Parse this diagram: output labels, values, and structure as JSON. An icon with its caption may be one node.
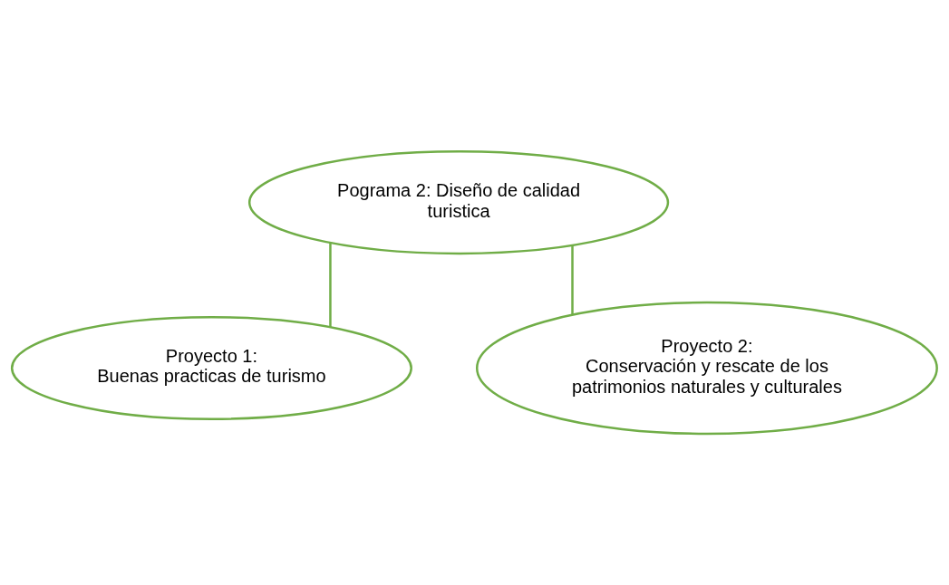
{
  "diagram": {
    "nodes": [
      {
        "text": [
          "Pograma 2: Diseño de calidad turistica"
        ]
      },
      {
        "text": [
          "Proyecto 1:",
          "Buenas practicas de turismo"
        ]
      },
      {
        "text": [
          "Proyecto 2:",
          "Conservación y rescate de los patrimonios naturales y culturales"
        ]
      }
    ],
    "edges": [
      {
        "from": 0,
        "to": 1,
        "arrow": "none"
      },
      {
        "from": 0,
        "to": 2,
        "arrow": "none"
      }
    ]
  }
}
